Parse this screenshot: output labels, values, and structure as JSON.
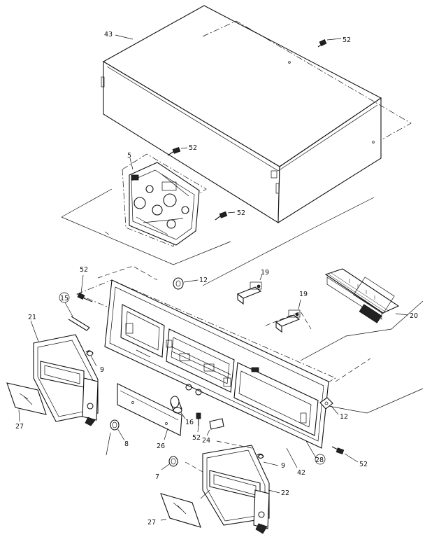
{
  "labels": {
    "p43": "43",
    "p52_top": "52",
    "p5": "5",
    "p52_mech_a": "52",
    "p52_mech_b": "52",
    "p52_left": "52",
    "p12_top": "12",
    "p19_a": "19",
    "p19_b": "19",
    "p20": "20",
    "p15": "15",
    "p21": "21",
    "p9_left": "9",
    "p27_left": "27",
    "p8": "8",
    "p26": "26",
    "p16": "16",
    "p52_mid": "52",
    "p24": "24",
    "p12_right": "12",
    "p28": "28",
    "p42": "42",
    "p52_right": "52",
    "p9_bottom": "9",
    "p7": "7",
    "p22": "22",
    "p27_bottom": "27"
  }
}
